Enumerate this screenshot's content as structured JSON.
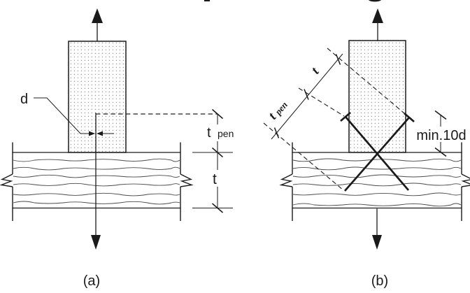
{
  "figure_a": {
    "caption": "(a)",
    "labels": {
      "fastener_diameter": "d",
      "t_pen_main": "t",
      "t_pen_subscript": "pen",
      "member_thickness": "t"
    }
  },
  "figure_b": {
    "caption": "(b)",
    "labels": {
      "t_main": "t",
      "t_pen_main": "t",
      "t_pen_subscript": "pen",
      "min_head_side_length": "min.10d"
    }
  },
  "colors": {
    "ink": "#1a1a1a",
    "dim": "#222222",
    "grain": "#4a4a4a",
    "background": "#ffffff"
  }
}
